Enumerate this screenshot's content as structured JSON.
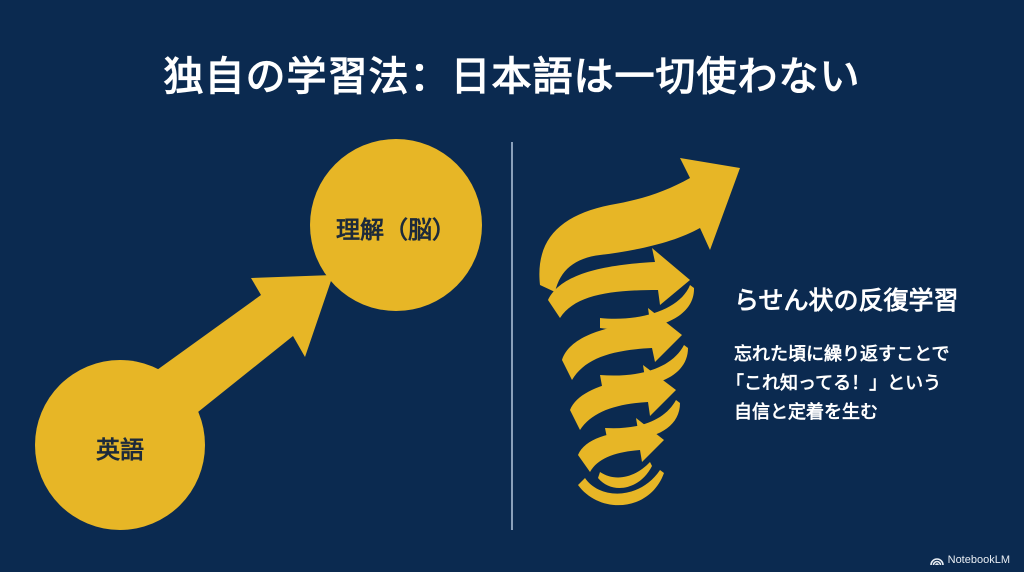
{
  "slide": {
    "title": "独自の学習法：日本語は一切使わない",
    "background_color": "#0b2a50",
    "accent_color": "#e7b626"
  },
  "left_diagram": {
    "source_node": {
      "label": "英語"
    },
    "target_node": {
      "label": "理解（脳）"
    },
    "connector": "arrow-right-up-icon"
  },
  "right_section": {
    "graphic": "spiral-arrow-icon",
    "heading": "らせん状の反復学習",
    "description_lines": [
      "忘れた頃に繰り返すことで",
      "「これ知ってる！」という",
      "自信と定着を生む"
    ]
  },
  "branding": {
    "icon": "notebooklm-logo-icon",
    "label": "NotebookLM"
  }
}
